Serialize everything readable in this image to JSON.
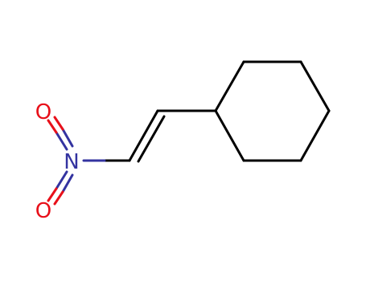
{
  "molecule": {
    "atoms": {
      "nitrogen": {
        "symbol": "N",
        "color": "#3333a0"
      },
      "oxygen_top": {
        "symbol": "O",
        "color": "#e8101a"
      },
      "oxygen_bottom": {
        "symbol": "O",
        "color": "#e8101a"
      }
    },
    "bond_color": "#000000"
  }
}
